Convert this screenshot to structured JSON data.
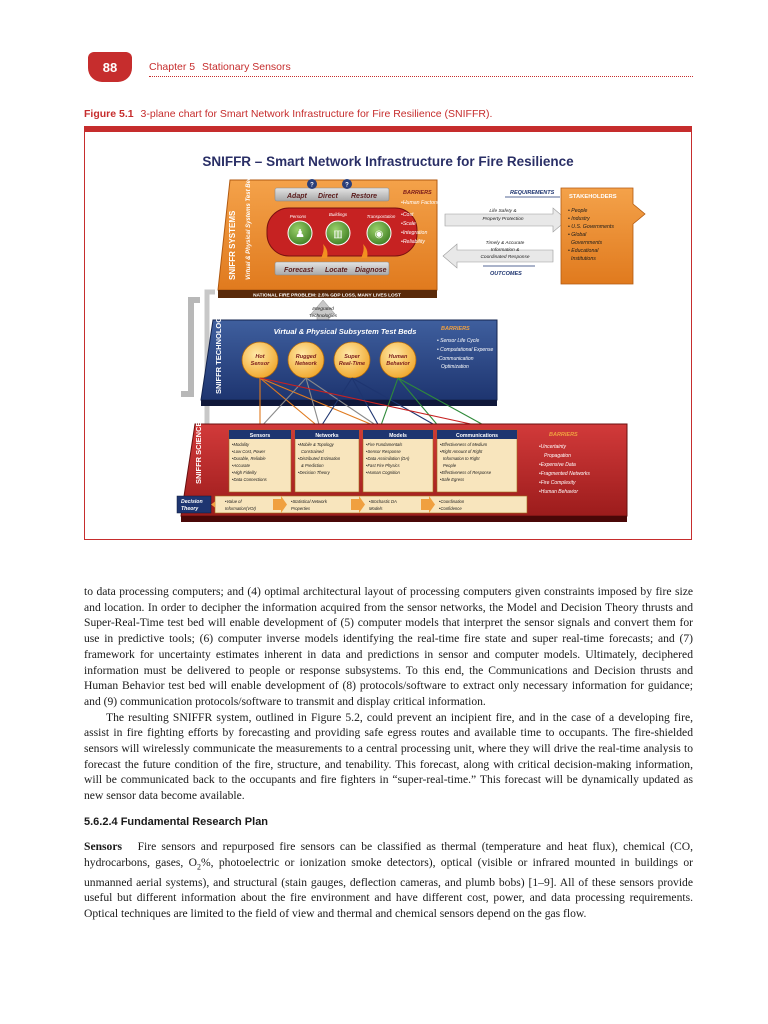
{
  "header": {
    "page_number": "88",
    "chapter": "Chapter 5",
    "chapter_title": "Stationary Sensors"
  },
  "figure": {
    "label": "Figure 5.1",
    "caption": "3-plane chart for Smart Network Infrastructure for Fire Resilience (SNIFFR).",
    "title": "SNIFFR – Smart Network Infrastructure for Fire Resilience",
    "systems_plane": {
      "side_label": "SNIFFR SYSTEMS",
      "inner_side_label": "Virtual & Physical Systems Test Beds",
      "top_actions": [
        "Adapt",
        "Direct",
        "Restore"
      ],
      "circle_labels": [
        "Persons",
        "Buildings",
        "Transportation"
      ],
      "bottom_actions": [
        "Forecast",
        "Locate",
        "Diagnose"
      ],
      "footer": "NATIONAL FIRE PROBLEM: 2.5% GDP LOSS, MANY LIVES LOST",
      "barriers_title": "BARRIERS",
      "barriers": [
        "•Human Factors",
        "•Cost",
        "•Scale",
        "•Integration",
        "•Reliability"
      ],
      "requirements_title": "REQUIREMENTS",
      "requirements": [
        "Life Safety &",
        "Property Protection"
      ],
      "response": [
        "Timely & Accurate",
        "Information &",
        "Coordinated Response"
      ],
      "outcomes": "OUTCOMES",
      "stakeholders_title": "STAKEHOLDERS",
      "stakeholders": [
        "• People",
        "• Industry",
        "• U.S. Governments",
        "• Global",
        "Governments",
        "• Educational",
        "Institutions"
      ]
    },
    "technology_plane": {
      "side_label": "SNIFFR TECHNOLOGY",
      "connector": [
        "Integrated",
        "Technologies"
      ],
      "title": "Virtual & Physical Subsystem Test Beds",
      "beds": [
        [
          "Hot",
          "Sensor"
        ],
        [
          "Rugged",
          "Network"
        ],
        [
          "Super",
          "Real-Time"
        ],
        [
          "Human",
          "Behavior"
        ]
      ],
      "barriers_title": "BARRIERS",
      "barriers": [
        "• Sensor Life Cycle",
        "• Computational Expense",
        "•Communication",
        "Optimization"
      ]
    },
    "science_plane": {
      "side_label": "SNIFFR SCIENCE",
      "thrusts": [
        {
          "title": "Sensors",
          "items": [
            "•Modality",
            "•Low Cost, Power",
            "•Durable, Reliable",
            "•Accurate",
            "•High Fidelity",
            "•Data Connections"
          ]
        },
        {
          "title": "Networks",
          "items": [
            "•Mobile & Topology",
            "Constrained",
            "•Distributed Estimation",
            "& Prediction",
            "•Decision Theory"
          ]
        },
        {
          "title": "Models",
          "items": [
            "•Fire Fundamentals",
            "•Sensor Response",
            "•Data Assimilation (DA)",
            "•Fast Fire Physics",
            "•Human Cognition"
          ]
        },
        {
          "title": "Communications",
          "items": [
            "•Effectiveness of Medium",
            "•Right Amount of Right",
            "Information to Right",
            "People",
            "•Effectiveness of Response",
            "•Safe Egress"
          ]
        }
      ],
      "decision_label": [
        "Decision",
        "Theory"
      ],
      "decision_items": [
        [
          "•Value of",
          "Information(VOI)"
        ],
        [
          "•Statistical Network",
          "Properties"
        ],
        [
          "•Stochastic DA",
          "Models"
        ],
        [
          "•Coordination",
          "•Confidence"
        ]
      ],
      "barriers_title": "BARRIERS",
      "barriers": [
        "•Uncertainty",
        "Propagation",
        "•Expensive Data",
        "•Fragmented Networks",
        "•Fire Complexity",
        "•Human Behavior"
      ]
    }
  },
  "paragraphs": [
    "to data processing computers; and (4) optimal architectural layout of processing computers given constraints imposed by fire size and location. In order to decipher the information acquired from the sensor networks, the Model and Decision Theory thrusts and Super-Real-Time test bed will enable development of (5) computer models that interpret the sensor signals and convert them for use in predictive tools; (6) computer inverse models identifying the real-time fire state and super real-time forecasts; and (7) framework for uncertainty estimates inherent in data and predictions in sensor and computer models. Ultimately, deciphered information must be delivered to people or response subsystems. To this end, the Communications and Decision thrusts and Human Behavior test bed will enable development of (8) protocols/software to extract only necessary information for guidance; and (9) communication protocols/software to transmit and display critical information.",
    "The resulting SNIFFR system, outlined in Figure 5.2, could prevent an incipient fire, and in the case of a developing fire, assist in fire fighting efforts by forecasting and providing safe egress routes and available time to occupants. The fire-shielded sensors will wirelessly communicate the measurements to a central processing unit, where they will drive the real-time analysis to forecast the future condition of the fire, structure, and tenability. This forecast, along with critical decision-making information, will be communicated back to the occupants and fire fighters in “super-real-time.” This forecast will be dynamically updated as new sensor data become available."
  ],
  "section": {
    "number": "5.6.2.4",
    "title": "Fundamental Research Plan"
  },
  "sensors_para": {
    "lead": "Sensors",
    "text_a": "Fire sensors and repurposed fire sensors can be classified as thermal (temperature and heat flux), chemical (CO, hydrocarbons, gases, O",
    "sub": "2",
    "text_b": "%, photoelectric or ionization smoke detectors), optical (visible or infrared mounted in buildings or unmanned aerial systems), and structural (stain gauges, deflection cameras, and plumb bobs) [1–9]. All of these sensors provide useful but different information about the fire environment and have different cost, power, and data processing requirements. Optical techniques are limited to the field of view and thermal and chemical sensors depend on the gas flow."
  }
}
